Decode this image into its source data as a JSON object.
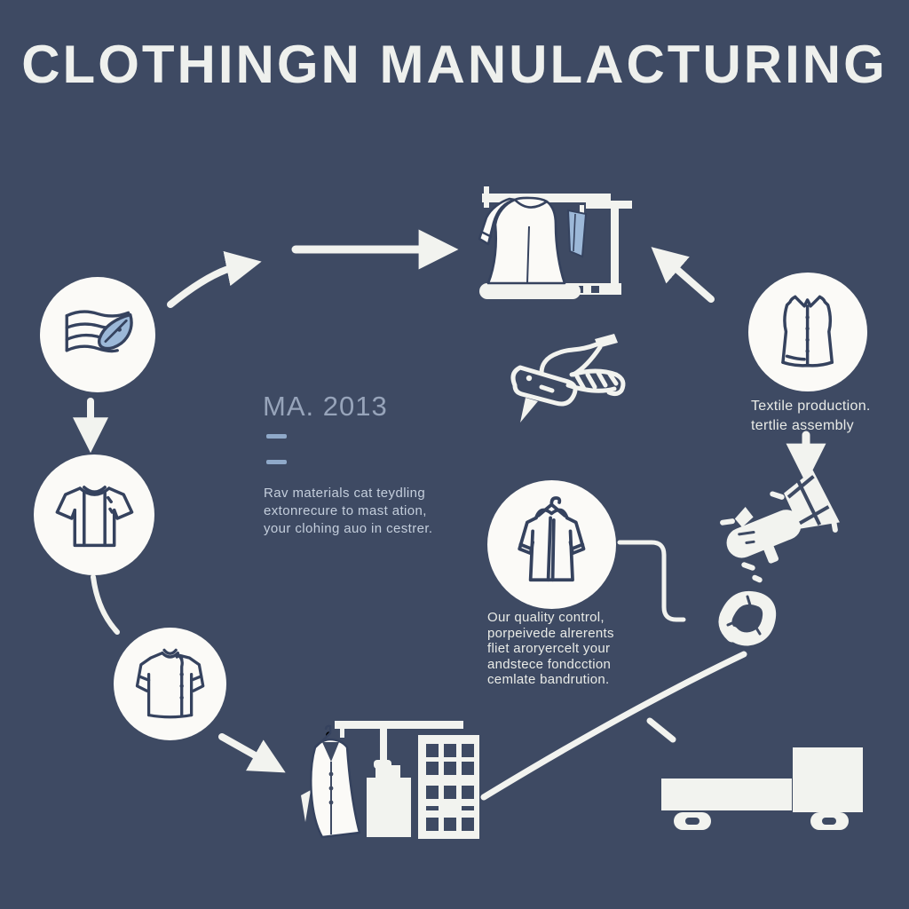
{
  "title": "CLOTHINGN MANULACTURING",
  "center_note": {
    "era": "MA. 2013",
    "lines": [
      "Rav materials cat teydling",
      "extonrecure to mast ation,",
      "your clohing auo in cestrer."
    ]
  },
  "right_step": {
    "lines": [
      "Textile production.",
      "tertlie assembly"
    ]
  },
  "quality_step": {
    "lines": [
      "Our quality control,",
      "porpeivede alrerents",
      "fliet aroryercelt your",
      "andstece fondcction",
      "cemlate bandrution."
    ]
  },
  "icons": [
    "fabric-cotton-icon",
    "tshirt-icon",
    "buttoned-shirt-icon",
    "garment-rack-icon",
    "sewing-machine-icon",
    "sleeveless-shirt-icon",
    "steamer-spray-icon",
    "yarn-knot-icon",
    "hooded-jacket-icon",
    "factory-dress-icon",
    "delivery-truck-icon"
  ],
  "colors": {
    "background": "#3e4a63",
    "white": "#f2f3ef",
    "circle_fill": "#fbfaf7",
    "line_art": "#35425e",
    "accent_blue": "#9cb8d8",
    "muted_text": "#97a4ba",
    "body_text": "#c4cedc"
  }
}
